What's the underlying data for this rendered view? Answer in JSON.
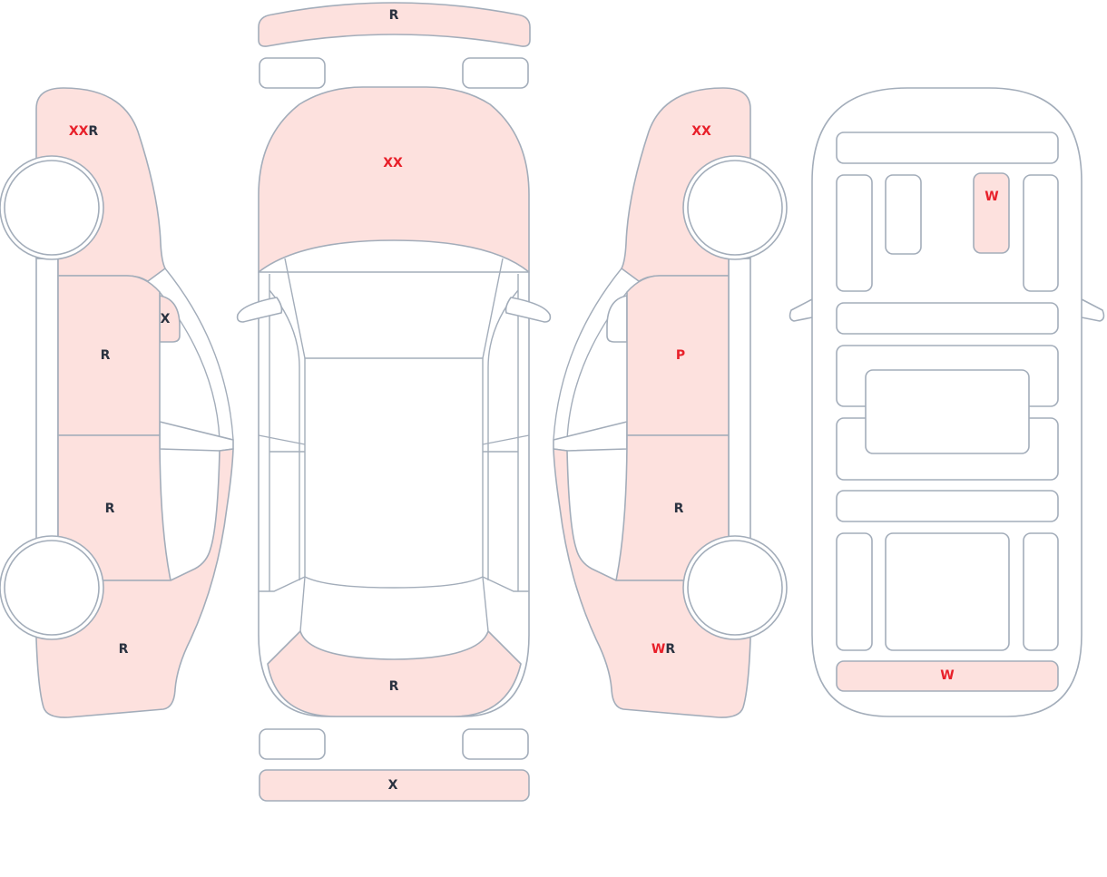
{
  "colors": {
    "damaged_fill": "#fde1de",
    "outline": "#a3adba",
    "code_red": "#e8202a",
    "code_dark": "#2a3240"
  },
  "left_side": {
    "front_fender": {
      "damaged": true,
      "codes": [
        {
          "t": "XX",
          "c": "red"
        },
        {
          "t": "R",
          "c": "dark"
        }
      ]
    },
    "mirror": {
      "damaged": true,
      "codes": [
        {
          "t": "X",
          "c": "dark"
        }
      ]
    },
    "front_door": {
      "damaged": true,
      "codes": [
        {
          "t": "R",
          "c": "dark"
        }
      ]
    },
    "rear_door": {
      "damaged": true,
      "codes": [
        {
          "t": "R",
          "c": "dark"
        }
      ]
    },
    "rear_fender": {
      "damaged": true,
      "codes": [
        {
          "t": "R",
          "c": "dark"
        }
      ]
    }
  },
  "right_side": {
    "front_fender": {
      "damaged": true,
      "codes": [
        {
          "t": "XX",
          "c": "red"
        }
      ]
    },
    "mirror": {
      "damaged": false,
      "codes": []
    },
    "front_door": {
      "damaged": true,
      "codes": [
        {
          "t": "P",
          "c": "red"
        }
      ]
    },
    "rear_door": {
      "damaged": true,
      "codes": [
        {
          "t": "R",
          "c": "dark"
        }
      ]
    },
    "rear_fender": {
      "damaged": true,
      "codes": [
        {
          "t": "W",
          "c": "red"
        },
        {
          "t": "R",
          "c": "dark"
        }
      ]
    }
  },
  "top": {
    "front_bumper": {
      "damaged": true,
      "code": "R",
      "c": "dark"
    },
    "hood": {
      "damaged": true,
      "code": "XX",
      "c": "red"
    },
    "trunk": {
      "damaged": true,
      "code": "R",
      "c": "dark"
    },
    "rear_bumper": {
      "damaged": true,
      "code": "X",
      "c": "dark"
    }
  },
  "interior": {
    "rear_seat_panel": {
      "damaged": true,
      "code": "W",
      "c": "red"
    },
    "trunk_panel": {
      "damaged": true,
      "code": "W",
      "c": "red"
    }
  }
}
